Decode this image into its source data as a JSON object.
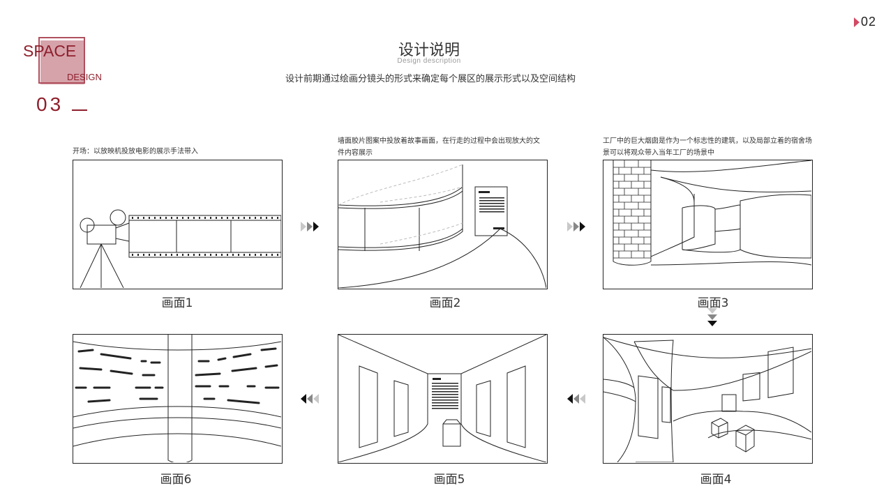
{
  "logo": {
    "line1": "SPACE",
    "line2": "DESIGN",
    "accent_color": "#8e1f2c",
    "fill_color": "#d6a3ab"
  },
  "section": {
    "number": "03"
  },
  "page": {
    "number": "02"
  },
  "header": {
    "title": "设计说明",
    "subtitle": "Design description",
    "description": "设计前期通过绘画分镜头的形式来确定每个展区的展示形式以及空间结构"
  },
  "frames": [
    {
      "label": "画面1",
      "description": "开场：以放映机投放电影的展示手法带入"
    },
    {
      "label": "画面2",
      "description": "墙面胶片图案中投放着故事画面，在行走的过程中会出现放大的文件内容展示"
    },
    {
      "label": "画面3",
      "description": "工厂中的巨大烟囱是作为一个标志性的建筑，以及局部立着的宿舍场景可以将观众带入当年工厂的场景中"
    },
    {
      "label": "画面4",
      "description": ""
    },
    {
      "label": "画面5",
      "description": ""
    },
    {
      "label": "画面6",
      "description": ""
    }
  ],
  "icons": {
    "flow_arrow": "triple-chevron-arrow-icon",
    "projector": "film-projector-icon"
  }
}
